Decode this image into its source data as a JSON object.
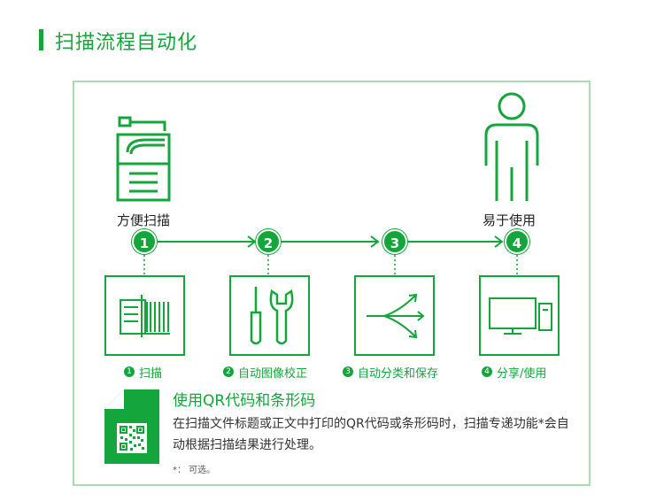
{
  "title": "扫描流程自动化",
  "top_labels": {
    "scan": "方便扫描",
    "use": "易于使用"
  },
  "steps": [
    {
      "num": "1",
      "caption": "扫描",
      "icon": "scanner-document-icon"
    },
    {
      "num": "2",
      "caption": "自动图像校正",
      "icon": "screwdriver-wrench-icon"
    },
    {
      "num": "3",
      "caption": "自动分类和保存",
      "icon": "split-arrows-icon"
    },
    {
      "num": "4",
      "caption": "分享/使用",
      "icon": "monitor-icon"
    }
  ],
  "qr": {
    "title": "使用QR代码和条形码",
    "description": "在扫描文件标题或正文中打印的QR代码或条形码时，扫描专递功能*会自动根据扫描结果进行处理。",
    "note": "*： 可选。"
  },
  "colors": {
    "accent": "#14a53c",
    "frame": "#a9dbb2"
  }
}
